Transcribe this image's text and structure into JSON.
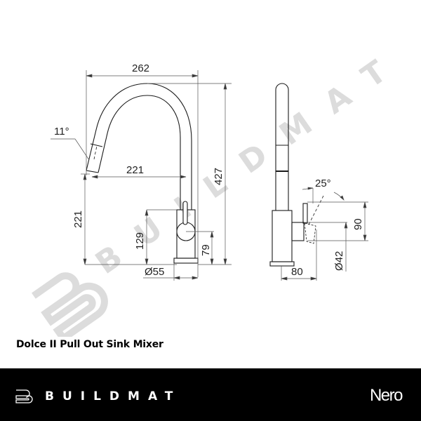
{
  "drawing": {
    "front_view": {
      "dimensions": {
        "overall_reach": "262",
        "spout_reach": "221",
        "spout_angle": "11°",
        "spout_outlet_height": "221",
        "body_height": "129",
        "handle_height": "79",
        "overall_height": "427",
        "base_diameter": "Ø55"
      }
    },
    "side_view": {
      "dimensions": {
        "handle_angle": "25°",
        "handle_top": "90",
        "handle_diameter": "Ø42",
        "depth": "80"
      }
    },
    "watermark": "BUILDMAT",
    "line_color": "#1a1a1a",
    "dim_line_color": "#555555"
  },
  "caption": {
    "title": "Dolce II Pull Out Sink Mixer"
  },
  "footer": {
    "brand": "BUILDMAT",
    "brand_logo_icon": "buildmat-b-logo",
    "manufacturer": "Nero",
    "background": "#000000"
  }
}
